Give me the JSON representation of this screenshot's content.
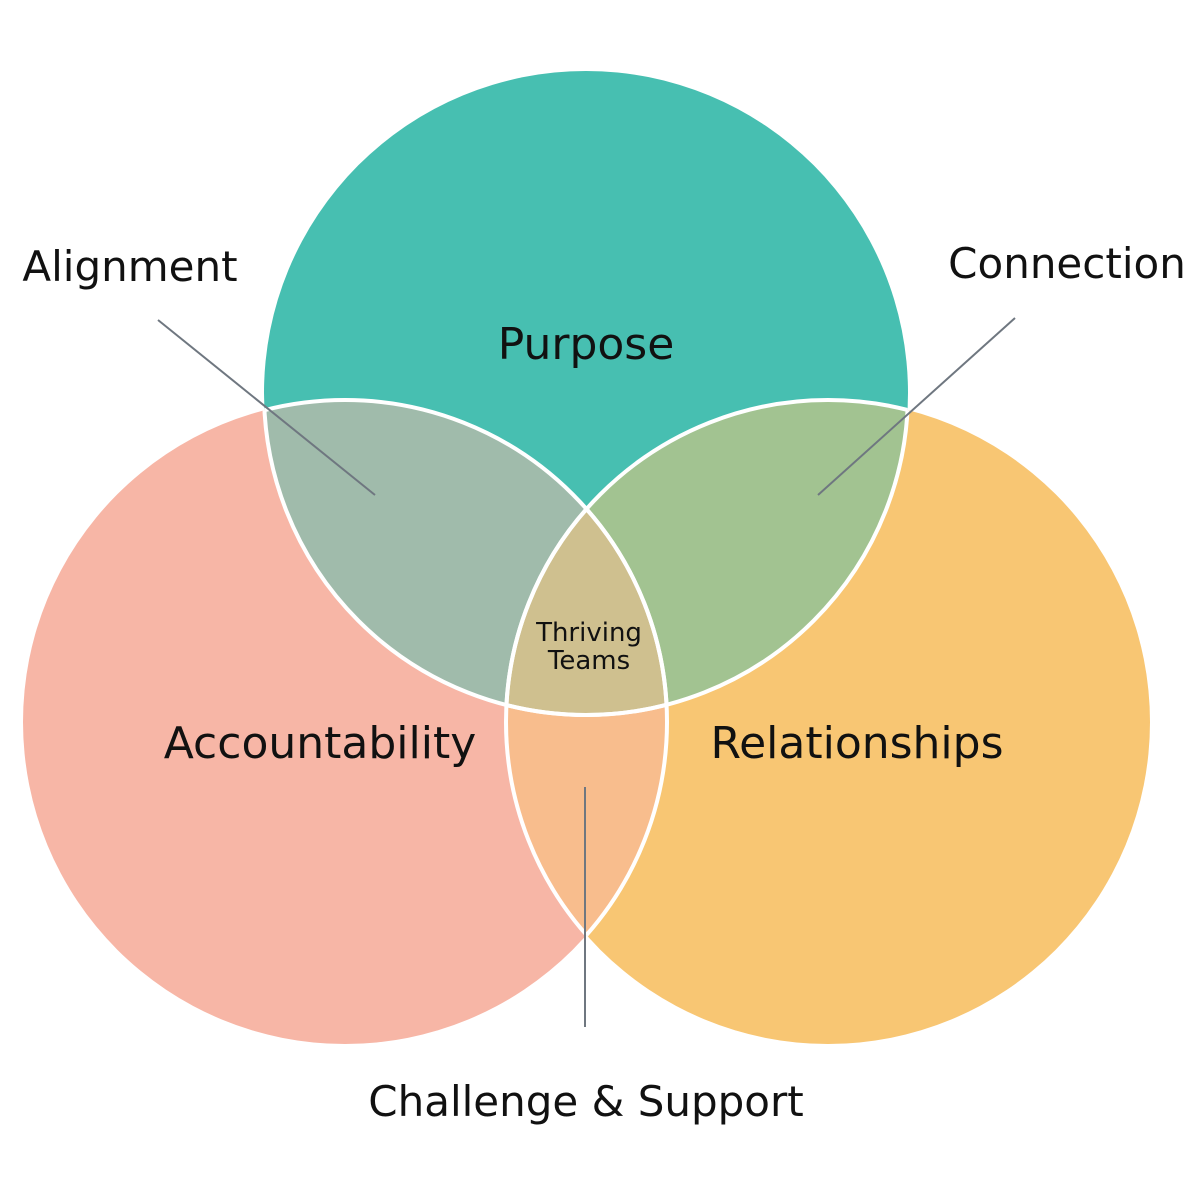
{
  "circles": {
    "purpose": {
      "label": "Purpose",
      "color": "#47bfb1"
    },
    "accountability": {
      "label": "Accountability",
      "color": "#f7b6a6"
    },
    "relationships": {
      "label": "Relationships",
      "color": "#f8c673"
    }
  },
  "overlaps": {
    "alignment": {
      "label": "Alignment",
      "color": "#a0bbab"
    },
    "connection": {
      "label": "Connection",
      "color": "#a2c391"
    },
    "challenge_support": {
      "label": "Challenge & Support",
      "color": "#f8bd8d"
    },
    "center": {
      "label_line1": "Thriving",
      "label_line2": "Teams",
      "color": "#cfc08f"
    }
  },
  "colors": {
    "outline": "#ffffff",
    "leader_line": "#6f7780",
    "text": "#111111"
  }
}
